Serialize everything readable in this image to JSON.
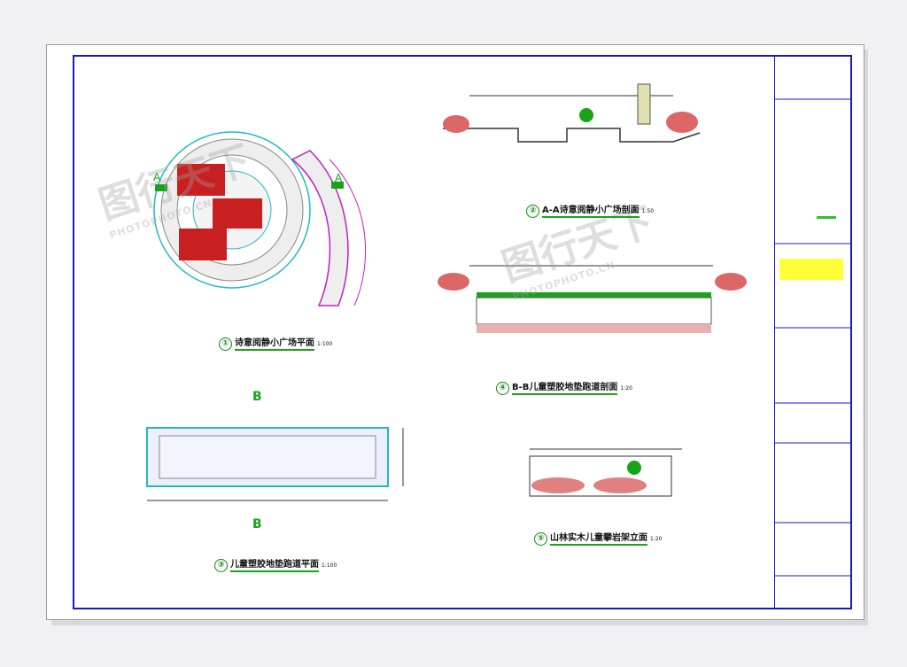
{
  "drawing": {
    "views": [
      {
        "num": "①",
        "title": "诗意阅静小广场平面",
        "scale": "1:100"
      },
      {
        "num": "②",
        "title": "A-A诗意阅静小广场剖面",
        "scale": "1:50"
      },
      {
        "num": "③",
        "title": "儿童塑胶地垫跑道平面",
        "scale": "1:100"
      },
      {
        "num": "④",
        "title": "B-B儿童塑胶地垫跑道剖面",
        "scale": "1:20"
      },
      {
        "num": "⑤",
        "title": "山林实木儿童攀岩架立面",
        "scale": "1:20"
      }
    ],
    "section_marks": {
      "a_left": "A",
      "a_right": "A",
      "b_top": "B",
      "b_bottom": "B"
    },
    "watermark": {
      "text": "图行天下",
      "sub": "PHOTOPHOTO.CN"
    }
  },
  "colors": {
    "frame": "#1818c8",
    "red": "#d02020",
    "green": "#18a418",
    "cyan": "#20b8c8",
    "magenta": "#c020c0",
    "yellow": "#ffff3a"
  }
}
